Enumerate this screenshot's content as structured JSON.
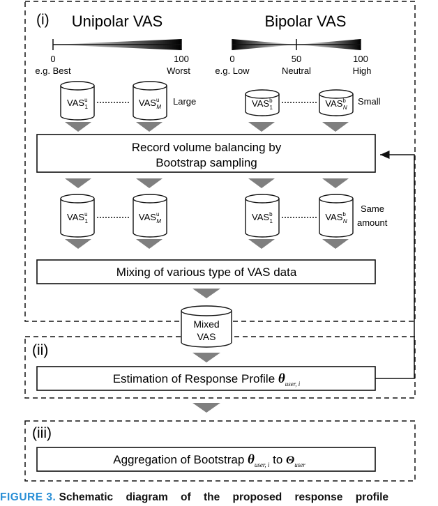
{
  "sections": {
    "i_label": "(i)",
    "ii_label": "(ii)",
    "iii_label": "(iii)"
  },
  "unipolar": {
    "title": "Unipolar VAS",
    "tick_left": "0",
    "tick_right": "100",
    "label_left": "e.g. Best",
    "label_right": "Worst",
    "cyl_first_main": "VAS",
    "cyl_first_sup": "u",
    "cyl_first_sub": "1",
    "cyl_last_main": "VAS",
    "cyl_last_sup": "u",
    "cyl_last_sub": "M",
    "size_note": "Large"
  },
  "bipolar": {
    "title": "Bipolar VAS",
    "tick_left": "0",
    "tick_mid": "50",
    "tick_right": "100",
    "label_left": "e.g. Low",
    "label_mid": "Neutral",
    "label_right": "High",
    "cyl_first_main": "VAS",
    "cyl_first_sup": "b",
    "cyl_first_sub": "1",
    "cyl_last_main": "VAS",
    "cyl_last_sup": "b",
    "cyl_last_sub": "N",
    "size_note": "Small",
    "same_note_1": "Same",
    "same_note_2": "amount"
  },
  "boxes": {
    "balancing_1": "Record volume balancing by",
    "balancing_2": "Bootstrap sampling",
    "mixing": "Mixing of various type of VAS data",
    "mixed_1": "Mixed",
    "mixed_2": "VAS",
    "estimation": "Estimation of Response Profile ",
    "estimation_sym": "θ",
    "estimation_sub": "user, i",
    "aggregation_pre": "Aggregation of Bootstrap ",
    "aggregation_sym": "θ",
    "aggregation_sub": "user, i",
    "aggregation_mid": " to ",
    "aggregation_sym2": "Θ",
    "aggregation_sub2": "user"
  },
  "caption": {
    "figure": "FIGURE 3.",
    "text": "Schematic diagram of the proposed response profile"
  },
  "colors": {
    "line": "#111111",
    "arrow": "#7f7f7f",
    "caption_accent": "#2a8fd6"
  }
}
